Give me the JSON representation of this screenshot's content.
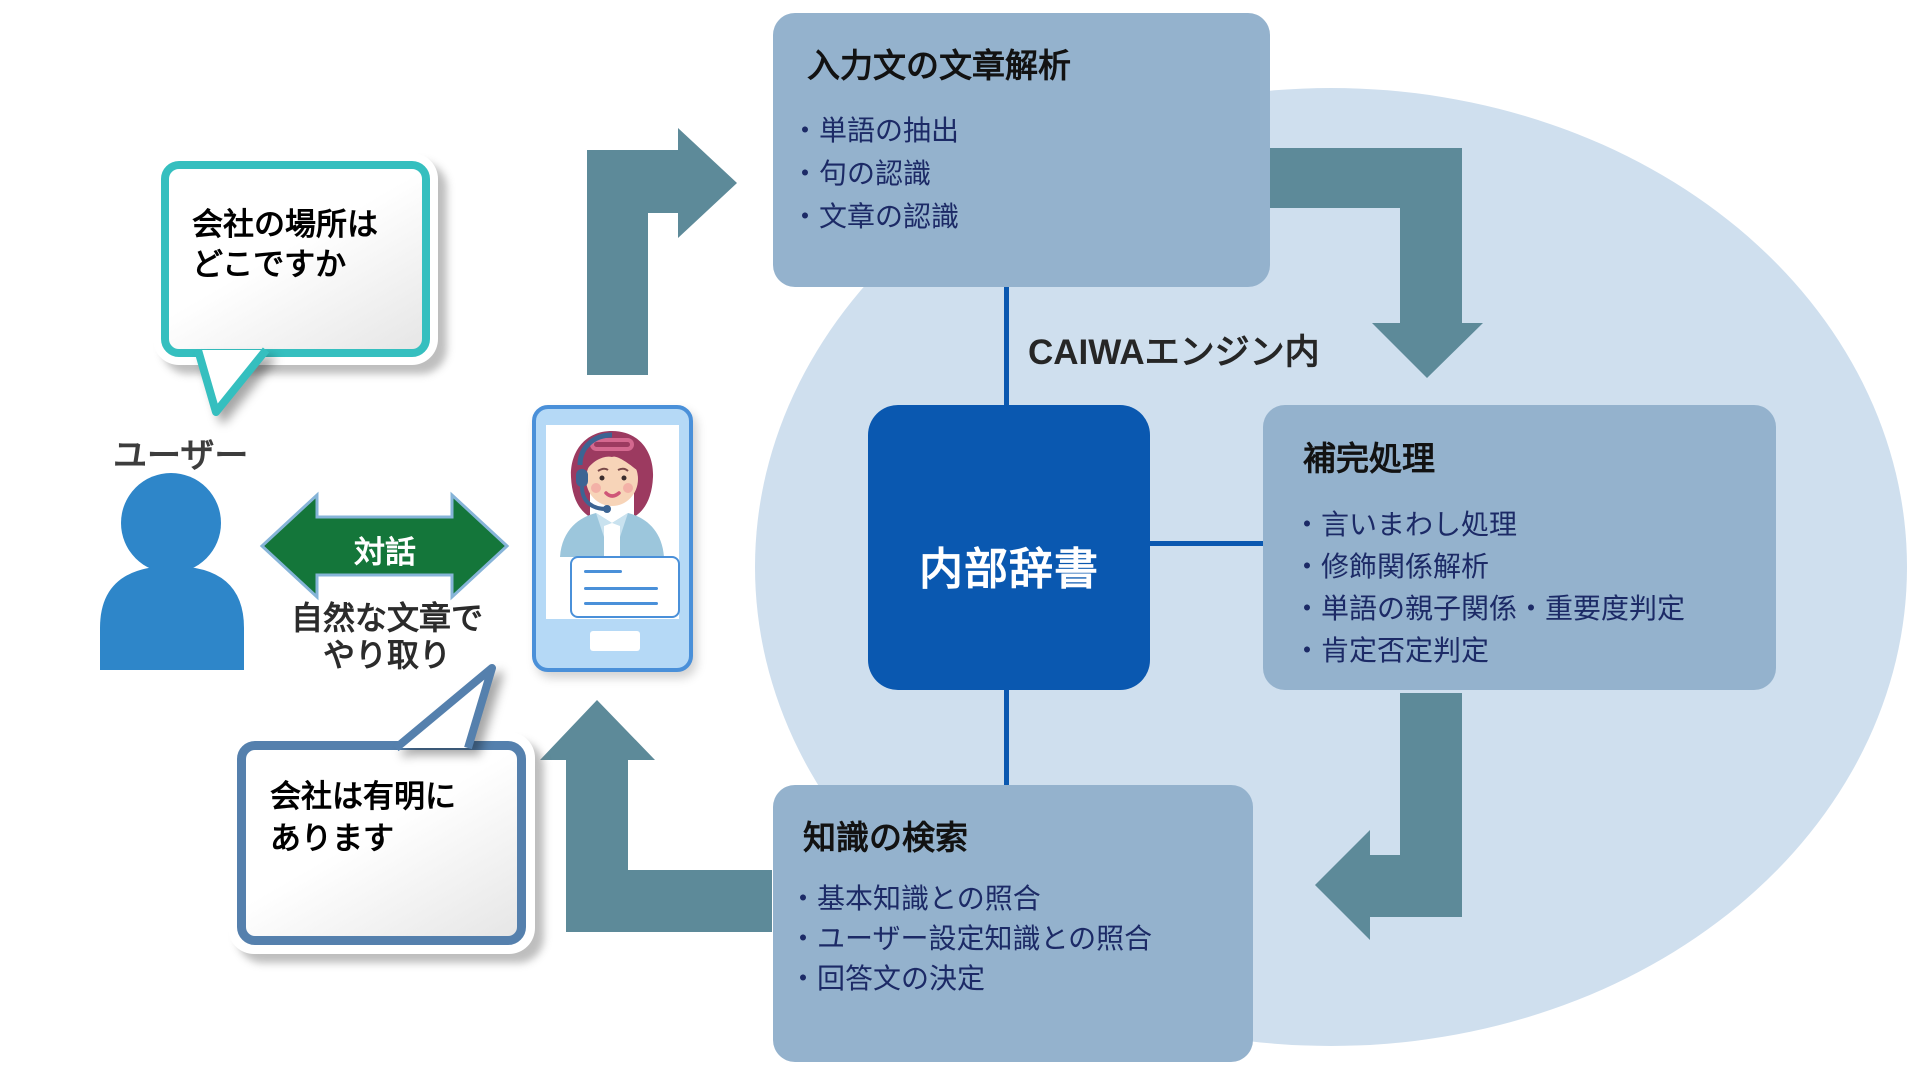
{
  "user_side": {
    "label": "ユーザー",
    "question_bubble": [
      "会社の場所は",
      "どこですか"
    ],
    "answer_bubble": [
      "会社は有明に",
      "あります"
    ],
    "dialog_arrow_label": "対話",
    "dialog_note": [
      "自然な文章で",
      "やり取り"
    ]
  },
  "engine": {
    "region_label": "CAIWAエンジン内",
    "boxes": {
      "analysis": {
        "title": "入力文の文章解析",
        "items": [
          "・単語の抽出",
          "・句の認識",
          "・文章の認識"
        ]
      },
      "dictionary": {
        "title": "内部辞書"
      },
      "completion": {
        "title": "補完処理",
        "items": [
          "・言いまわし処理",
          "・修飾関係解析",
          "・単語の親子関係・重要度判定",
          "・肯定否定判定"
        ]
      },
      "knowledge_search": {
        "title": "知識の検索",
        "items": [
          "・基本知識との照合",
          "・ユーザー設定知識との照合",
          "・回答文の決定"
        ]
      }
    }
  },
  "icons": {
    "user_icon": "user-silhouette",
    "agent_icon": "phone-operator-avatar"
  },
  "colors": {
    "process_box_fill": "#94b2cd",
    "engine_ellipse_fill": "#cfdfee",
    "dictionary_box_fill": "#0a58b0",
    "connector_blue": "#0a58b0",
    "flow_arrow_teal": "#5d8a99",
    "dialog_arrow_green": "#14763a",
    "user_icon_blue": "#2e86c9",
    "question_bubble_border": "#35bfbf",
    "answer_bubble_border": "#5580ad",
    "bullet_text_navy": "#1c2a66"
  }
}
